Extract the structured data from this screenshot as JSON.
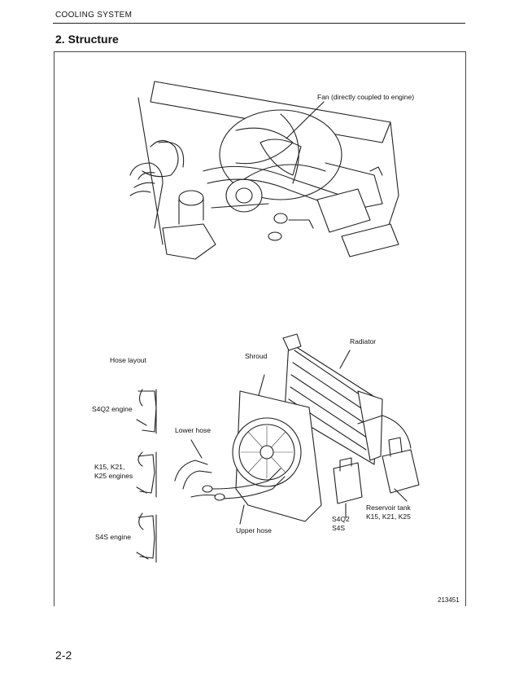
{
  "header": {
    "section": "COOLING SYSTEM"
  },
  "heading": "2. Structure",
  "figure": {
    "id": "213451",
    "labels": {
      "fan": "Fan (directly coupled to engine)",
      "radiator": "Radiator",
      "shroud": "Shroud",
      "hose_layout": "Hose layout",
      "s4q2_engine": "S4Q2 engine",
      "lower_hose": "Lower hose",
      "k_engines": "K15, K21,\nK25 engines",
      "upper_hose": "Upper hose",
      "s4s_engine": "S4S engine",
      "s4q2_s4s": "S4Q2\nS4S",
      "reservoir_tank": "Reservoir tank\nK15, K21, K25"
    }
  },
  "page_number": "2-2"
}
